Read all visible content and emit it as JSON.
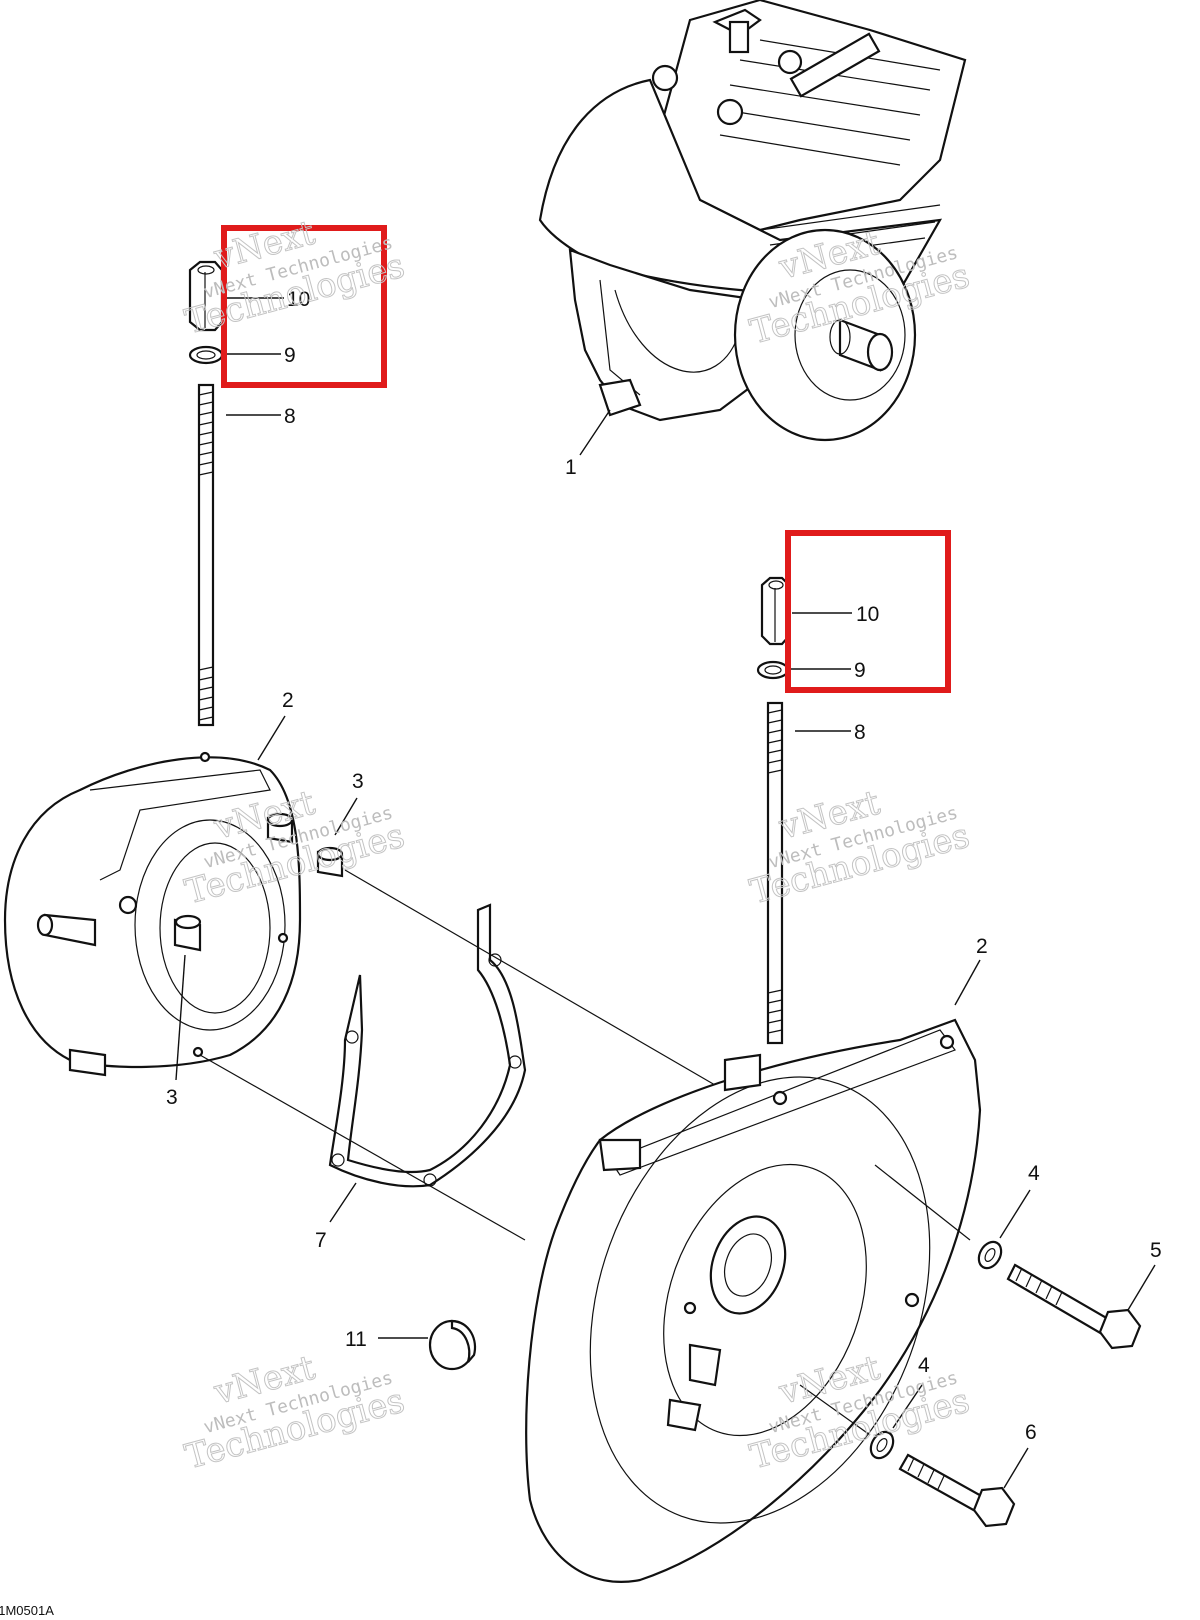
{
  "diagram": {
    "figure_code": "01M0501A",
    "watermark_line1": "vNext Technologies",
    "watermark_line2": "Technologies",
    "watermark_brand": "vNext",
    "labels": {
      "n1": "1",
      "n2a": "2",
      "n2b": "2",
      "n3a": "3",
      "n3b": "3",
      "n4a": "4",
      "n4b": "4",
      "n5": "5",
      "n6": "6",
      "n7": "7",
      "n8a": "8",
      "n8b": "8",
      "n9a": "9",
      "n9b": "9",
      "n10a": "10",
      "n10b": "10",
      "n11": "11"
    },
    "highlight_color": "#e01b1b"
  }
}
